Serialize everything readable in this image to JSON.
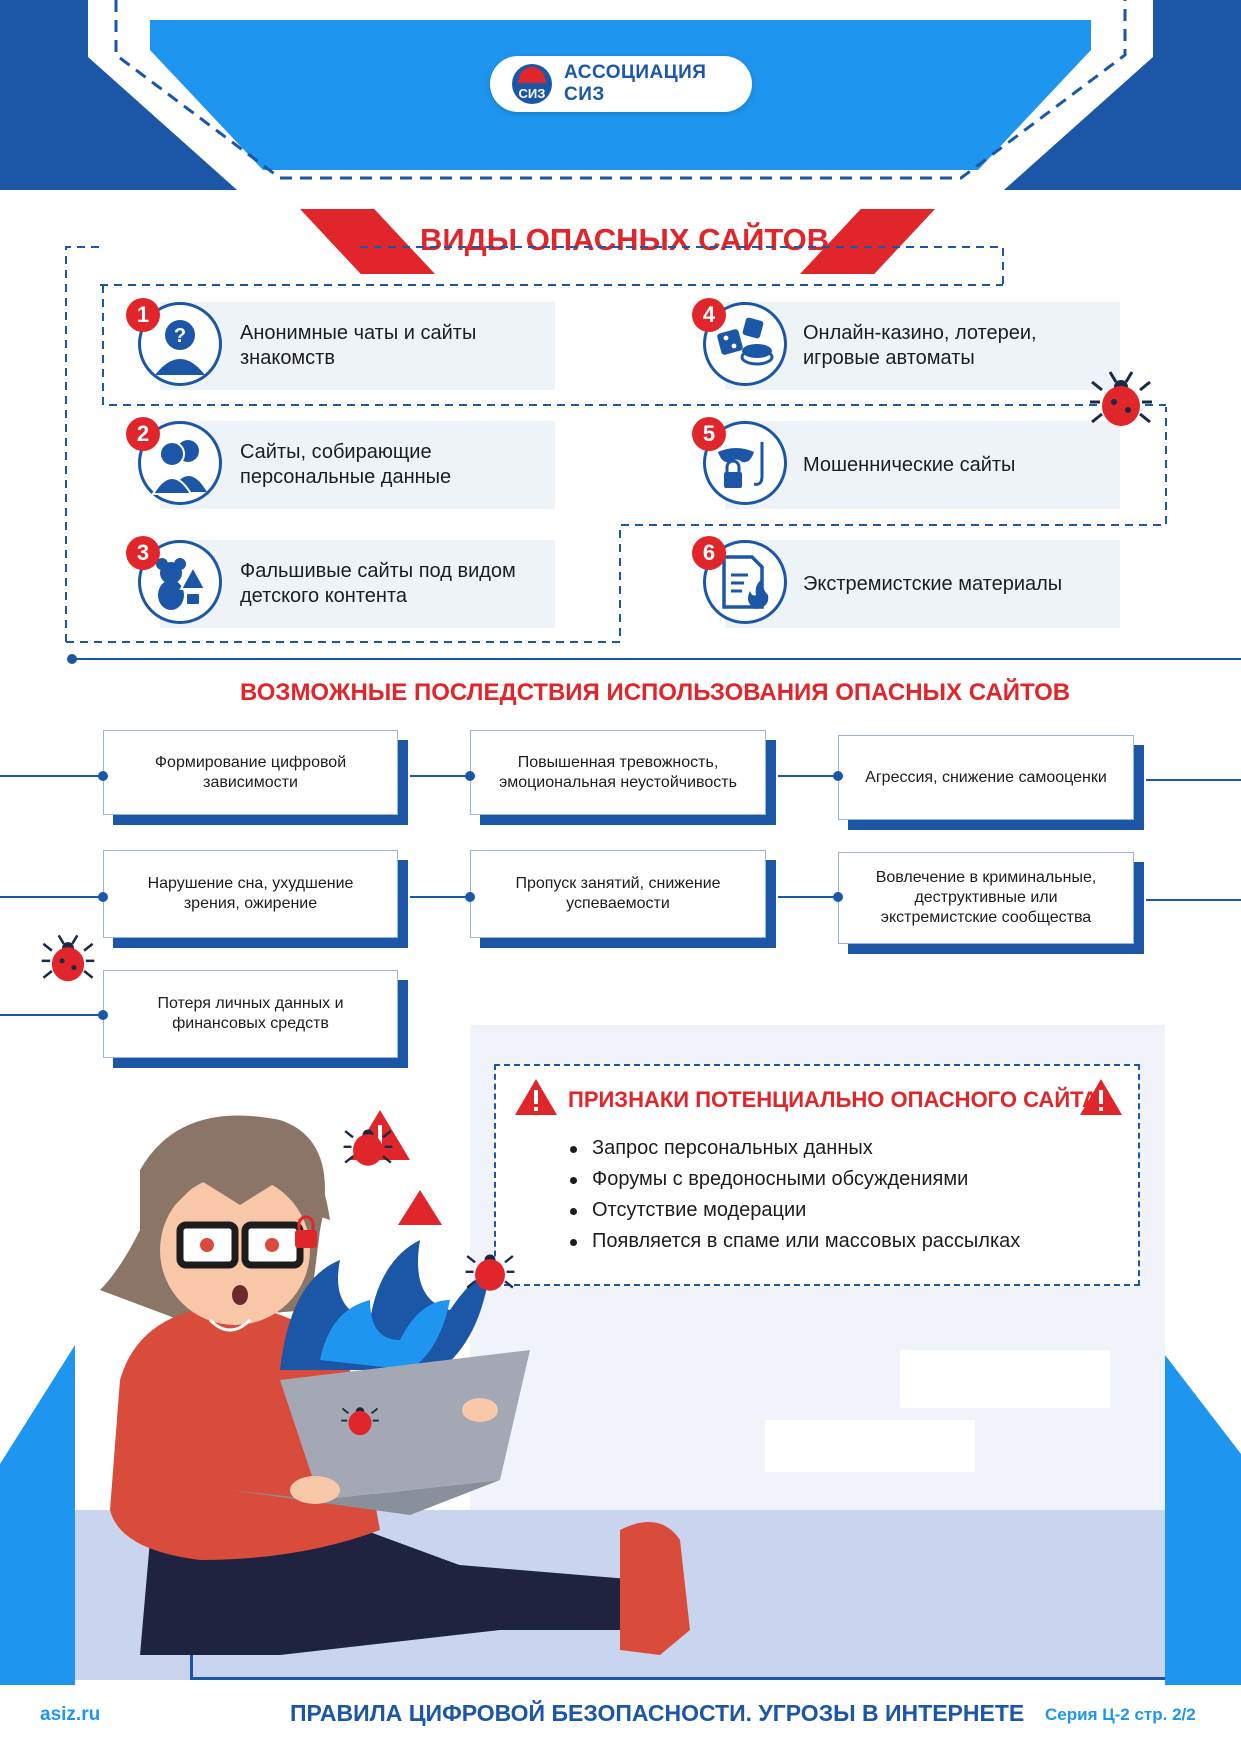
{
  "header": {
    "logo_text": "АССОЦИАЦИЯ СИЗ"
  },
  "types": {
    "title": "ВИДЫ ОПАСНЫХ САЙТОВ",
    "items": [
      {
        "num": "1",
        "label": "Анонимные чаты и сайты знакомств",
        "icon": "anonymous-person-icon"
      },
      {
        "num": "2",
        "label": "Сайты, собирающие персональные данные",
        "icon": "people-icon"
      },
      {
        "num": "3",
        "label": "Фальшивые сайты под видом детского контента",
        "icon": "teddy-bear-warning-icon"
      },
      {
        "num": "4",
        "label": "Онлайн-казино, лотереи, игровые автоматы",
        "icon": "casino-dice-icon"
      },
      {
        "num": "5",
        "label": "Мошеннические сайты",
        "icon": "mask-lock-hook-icon"
      },
      {
        "num": "6",
        "label": "Экстремистские материалы",
        "icon": "burning-document-icon"
      }
    ]
  },
  "consequences": {
    "title": "ВОЗМОЖНЫЕ ПОСЛЕДСТВИЯ ИСПОЛЬЗОВАНИЯ ОПАСНЫХ САЙТОВ",
    "items": [
      "Формирование цифровой зависимости",
      "Повышенная тревожность, эмоциональная неустойчивость",
      "Агрессия, снижение самооценки",
      "Нарушение сна, ухудшение зрения, ожирение",
      "Пропуск занятий, снижение успеваемости",
      "Вовлечение в криминальные, деструктивные или экстремистские сообщества",
      "Потеря личных данных и финансовых средств"
    ]
  },
  "signs": {
    "title": "ПРИЗНАКИ ПОТЕНЦИАЛЬНО ОПАСНОГО САЙТА",
    "items": [
      "Запрос персональных данных",
      "Форумы с вредоносными обсуждениями",
      "Отсутствие модерации",
      "Появляется в спаме или массовых рассылках"
    ]
  },
  "footer": {
    "site": "asiz.ru",
    "title": "ПРАВИЛА ЦИФРОВОЙ БЕЗОПАСНОСТИ. УГРОЗЫ В ИНТЕРНЕТЕ",
    "series": "Серия Ц-2 стр. 2/2"
  },
  "colors": {
    "primary": "#1b57a6",
    "accent": "#1e95ee",
    "danger": "#e0262b",
    "card": "#eef3f7"
  }
}
